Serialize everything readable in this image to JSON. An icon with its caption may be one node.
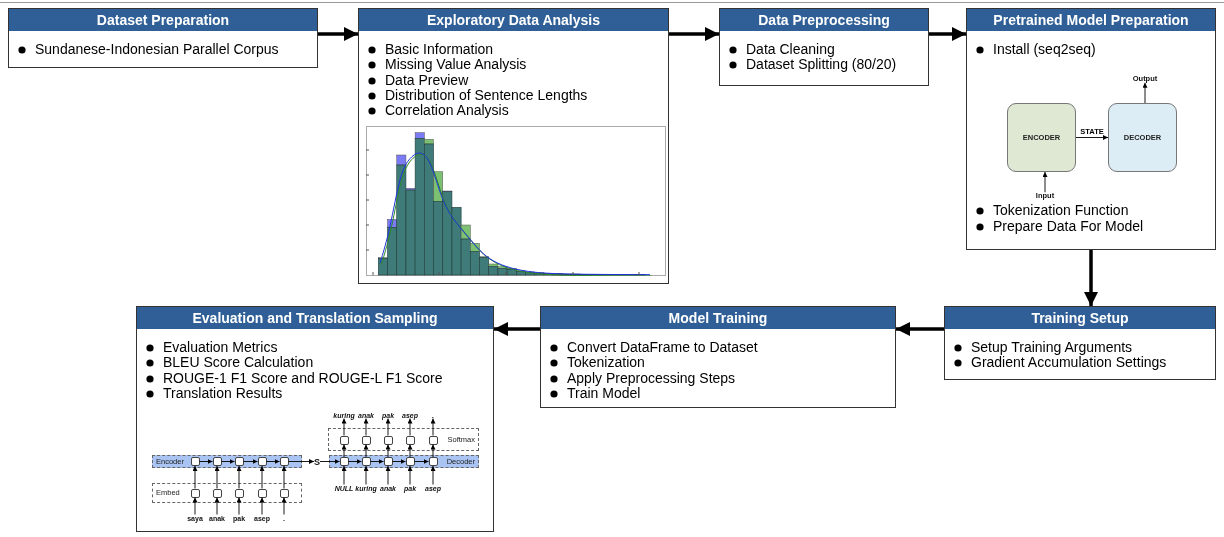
{
  "diagram": {
    "nodes": [
      {
        "text": [
          "Dataset Preparation",
          "Sundanese-Indonesian Parallel Corpus"
        ]
      },
      {
        "text": [
          "Exploratory Data Analysis",
          "Basic Information",
          "Missing Value Analysis",
          "Data Preview",
          "Distribution of Sentence Lengths",
          "Correlation Analysis"
        ]
      },
      {
        "text": [
          "Data Preprocessing",
          "Data Cleaning",
          "Dataset Splitting (80/20)"
        ]
      },
      {
        "text": [
          "Pretrained Model Preparation",
          "Install (seq2seq)",
          "Tokenization Function",
          "Prepare Data For Model"
        ]
      },
      {
        "text": [
          "Evaluation and Translation Sampling",
          "Evaluation Metrics",
          "BLEU Score Calculation",
          "ROUGE-1 F1 Score and ROUGE-L F1 Score",
          "Translation Results"
        ]
      },
      {
        "text": [
          "Model Training",
          "Convert DataFrame to Dataset",
          "Tokenization",
          "Apply Preprocessing Steps",
          "Train Model"
        ]
      },
      {
        "text": [
          "Training Setup",
          "Setup Training Arguments",
          "Gradient Accumulation Settings"
        ]
      },
      {
        "text": [
          "Output"
        ],
        "in": 3
      },
      {
        "text": [
          "ENCODER"
        ],
        "in": 3
      },
      {
        "text": [
          "DECODER"
        ],
        "in": 3
      },
      {
        "text": [
          "Input"
        ],
        "in": 3
      },
      {
        "text": [
          "kuring"
        ],
        "in": 4
      },
      {
        "text": [
          "anak"
        ],
        "in": 4
      },
      {
        "text": [
          "pak"
        ],
        "in": 4
      },
      {
        "text": [
          "asep"
        ],
        "in": 4
      },
      {
        "text": [
          "."
        ],
        "in": 4
      },
      {
        "text": [
          "Softmax"
        ],
        "in": 4
      },
      {
        "text": [],
        "shape": "box",
        "in": 16
      },
      {
        "text": [],
        "shape": "box",
        "in": 16
      },
      {
        "text": [],
        "shape": "box",
        "in": 16
      },
      {
        "text": [],
        "shape": "box",
        "in": 16
      },
      {
        "text": [],
        "shape": "box",
        "in": 16
      },
      {
        "text": [
          "Encoder"
        ],
        "in": 4
      },
      {
        "text": [],
        "shape": "box",
        "in": 22
      },
      {
        "text": [],
        "shape": "box",
        "in": 22
      },
      {
        "text": [],
        "shape": "box",
        "in": 22
      },
      {
        "text": [],
        "shape": "box",
        "in": 22
      },
      {
        "text": [],
        "shape": "box",
        "in": 22
      },
      {
        "text": [
          "S"
        ],
        "in": 4
      },
      {
        "text": [
          "Decoder"
        ],
        "in": 4
      },
      {
        "text": [],
        "shape": "box",
        "in": 29
      },
      {
        "text": [],
        "shape": "box",
        "in": 29
      },
      {
        "text": [],
        "shape": "box",
        "in": 29
      },
      {
        "text": [],
        "shape": "box",
        "in": 29
      },
      {
        "text": [],
        "shape": "box",
        "in": 29
      },
      {
        "text": [
          "NULL"
        ],
        "in": 4
      },
      {
        "text": [
          "kuring"
        ],
        "in": 4
      },
      {
        "text": [
          "anak"
        ],
        "in": 4
      },
      {
        "text": [
          "pak"
        ],
        "in": 4
      },
      {
        "text": [
          "asep"
        ],
        "in": 4
      },
      {
        "text": [
          "Embed"
        ],
        "in": 4
      },
      {
        "text": [],
        "shape": "box",
        "in": 40
      },
      {
        "text": [],
        "shape": "box",
        "in": 40
      },
      {
        "text": [],
        "shape": "box",
        "in": 40
      },
      {
        "text": [],
        "shape": "box",
        "in": 40
      },
      {
        "text": [],
        "shape": "box",
        "in": 40
      },
      {
        "text": [
          "saya"
        ],
        "in": 4
      },
      {
        "text": [
          "anak"
        ],
        "in": 4
      },
      {
        "text": [
          "pak"
        ],
        "in": 4
      },
      {
        "text": [
          "asep"
        ],
        "in": 4
      },
      {
        "text": [
          "."
        ],
        "in": 4
      }
    ],
    "edges": [
      {
        "from": 0,
        "to": 1,
        "arrow": "to",
        "style": "thick"
      },
      {
        "from": 1,
        "to": 2,
        "arrow": "to",
        "style": "thick"
      },
      {
        "from": 2,
        "to": 3,
        "arrow": "to",
        "style": "thick"
      },
      {
        "from": 3,
        "to": 6,
        "arrow": "to",
        "style": "thick"
      },
      {
        "from": 6,
        "to": 5,
        "arrow": "to",
        "style": "thick"
      },
      {
        "from": 5,
        "to": 4,
        "arrow": "to",
        "style": "thick"
      },
      {
        "from": 10,
        "to": 8,
        "arrow": "to"
      },
      {
        "from": 8,
        "to": 9,
        "arrow": "to",
        "label": "STATE"
      },
      {
        "from": 9,
        "to": 7,
        "arrow": "to"
      },
      {
        "from": 46,
        "to": 41,
        "arrow": "to"
      },
      {
        "from": 47,
        "to": 42,
        "arrow": "to"
      },
      {
        "from": 48,
        "to": 43,
        "arrow": "to"
      },
      {
        "from": 49,
        "to": 44,
        "arrow": "to"
      },
      {
        "from": 50,
        "to": 45,
        "arrow": "to"
      },
      {
        "from": 41,
        "to": 23,
        "arrow": "to"
      },
      {
        "from": 42,
        "to": 24,
        "arrow": "to"
      },
      {
        "from": 43,
        "to": 25,
        "arrow": "to"
      },
      {
        "from": 44,
        "to": 26,
        "arrow": "to"
      },
      {
        "from": 45,
        "to": 27,
        "arrow": "to"
      },
      {
        "from": 23,
        "to": 24,
        "arrow": "to"
      },
      {
        "from": 24,
        "to": 25,
        "arrow": "to"
      },
      {
        "from": 25,
        "to": 26,
        "arrow": "to"
      },
      {
        "from": 26,
        "to": 27,
        "arrow": "to"
      },
      {
        "from": 27,
        "to": 28,
        "arrow": "to"
      },
      {
        "from": 28,
        "to": 30,
        "arrow": "to"
      },
      {
        "from": 30,
        "to": 31,
        "arrow": "to"
      },
      {
        "from": 31,
        "to": 32,
        "arrow": "to"
      },
      {
        "from": 32,
        "to": 33,
        "arrow": "to"
      },
      {
        "from": 33,
        "to": 34,
        "arrow": "to"
      },
      {
        "from": 35,
        "to": 30,
        "arrow": "to"
      },
      {
        "from": 36,
        "to": 31,
        "arrow": "to"
      },
      {
        "from": 37,
        "to": 32,
        "arrow": "to"
      },
      {
        "from": 38,
        "to": 33,
        "arrow": "to"
      },
      {
        "from": 39,
        "to": 34,
        "arrow": "to"
      },
      {
        "from": 30,
        "to": 17,
        "arrow": "to"
      },
      {
        "from": 31,
        "to": 18,
        "arrow": "to"
      },
      {
        "from": 32,
        "to": 19,
        "arrow": "to"
      },
      {
        "from": 33,
        "to": 20,
        "arrow": "to"
      },
      {
        "from": 34,
        "to": 21,
        "arrow": "to"
      },
      {
        "from": 17,
        "to": 11,
        "arrow": "to"
      },
      {
        "from": 18,
        "to": 12,
        "arrow": "to"
      },
      {
        "from": 19,
        "to": 13,
        "arrow": "to"
      },
      {
        "from": 20,
        "to": 14,
        "arrow": "to"
      },
      {
        "from": 21,
        "to": 15,
        "arrow": "to"
      }
    ]
  }
}
